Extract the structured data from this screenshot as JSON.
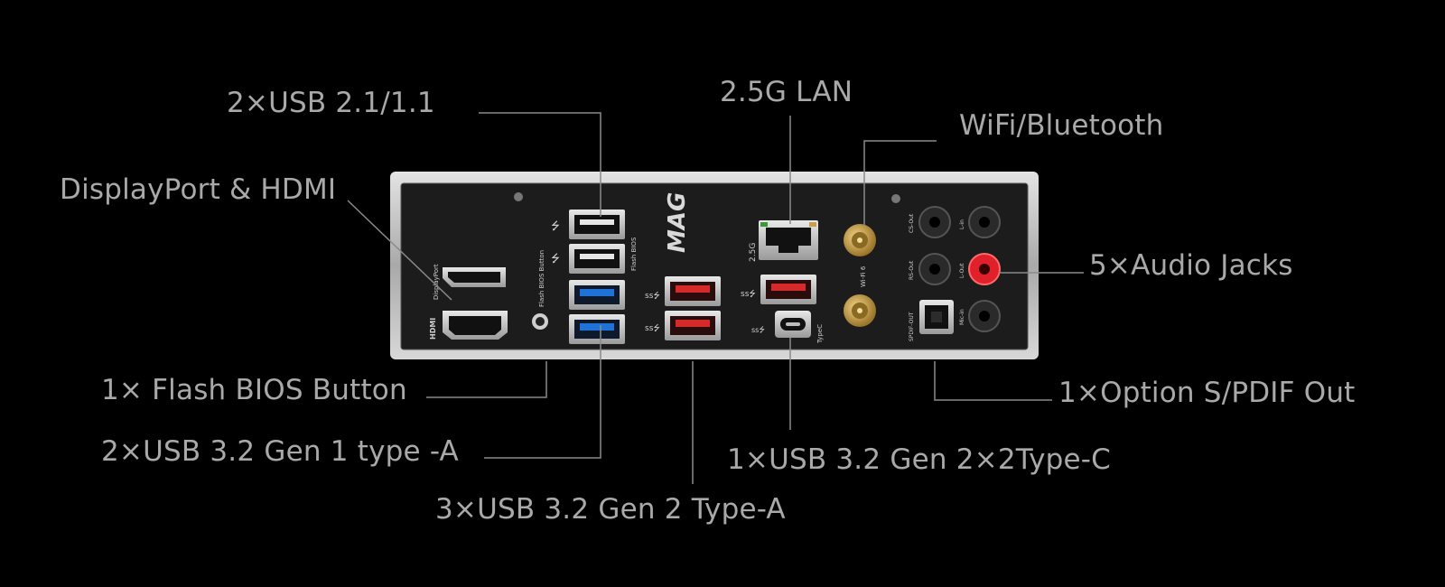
{
  "callouts": {
    "usb21": "2×USB 2.1/1.1",
    "lan": "2.5G LAN",
    "wifi": "WiFi/Bluetooth",
    "dp_hdmi": "DisplayPort & HDMI",
    "audio": "5×Audio Jacks",
    "flash_btn": "1× Flash BIOS Button",
    "spdif": "1×Option S/PDIF Out",
    "usb32g1": "2×USB 3.2 Gen 1 type -A",
    "typec": "1×USB 3.2 Gen 2×2Type-C",
    "usb32g2": "3×USB 3.2 Gen 2 Type-A"
  },
  "panel_labels": {
    "displayport": "DisplayPort",
    "hdmi": "HDMI",
    "flash_bios_button": "Flash BIOS Button",
    "flash_bios": "Flash BIOS",
    "brand": "MAG",
    "lan_speed": "2.5G",
    "wifi6": "Wi-Fi 6",
    "typec": "TypeC",
    "cs_out": "CS-Out",
    "l_in": "L-in",
    "rs_out": "RS-Out",
    "l_out": "L-Out",
    "spdif_out": "SPDIF-OUT",
    "mic_in": "Mic-in"
  },
  "colors": {
    "background": "#000000",
    "label": "#a9a9a9",
    "leader": "#8a8a8a",
    "bracket": "#c7c7c7",
    "panel": "#1c1c1c",
    "usb3_blue": "#1f73d6",
    "usb_red": "#d42a2a",
    "audio_red": "#e0202a",
    "antenna_gold": "#c9a04a"
  }
}
